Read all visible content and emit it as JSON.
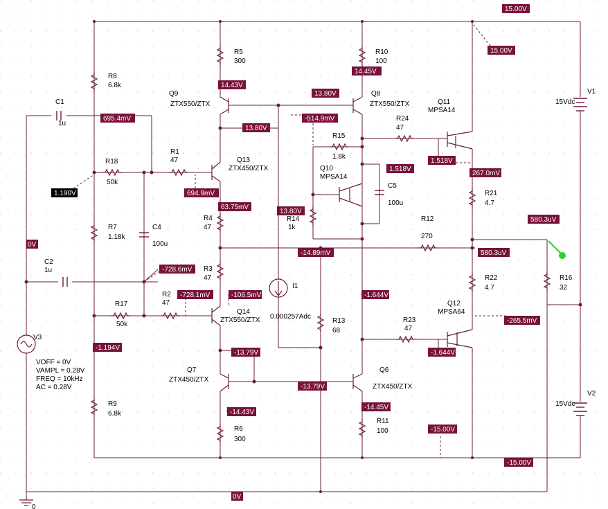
{
  "colors": {
    "wire": "#6a1b3f",
    "component": "#6a1b3f",
    "text": "#000000",
    "label_bg": "#78123a",
    "label_text": "#ffffff",
    "selected_bg": "#000000",
    "probe": "#2fd12f",
    "grid_dot": "#cfcfcf",
    "background": "#ffffff"
  },
  "components": [
    {
      "id": "R5",
      "value": "300"
    },
    {
      "id": "R10",
      "value": "100"
    },
    {
      "id": "R8",
      "value": "6.8k"
    },
    {
      "id": "C1",
      "value": "1u"
    },
    {
      "id": "Q9",
      "value": "ZTX550/ZTX"
    },
    {
      "id": "Q8",
      "value": "ZTX550/ZTX"
    },
    {
      "id": "Q11",
      "value": "MPSA14"
    },
    {
      "id": "R24",
      "value": "47"
    },
    {
      "id": "R15",
      "value": "1.8k"
    },
    {
      "id": "R18",
      "value": "50k"
    },
    {
      "id": "R1",
      "value": "47"
    },
    {
      "id": "Q13",
      "value": "ZTX450/ZTX"
    },
    {
      "id": "Q10",
      "value": "MPSA14"
    },
    {
      "id": "C5",
      "value": "100u"
    },
    {
      "id": "R21",
      "value": "4.7"
    },
    {
      "id": "R7",
      "value": "1.18k"
    },
    {
      "id": "C4",
      "value": "100u"
    },
    {
      "id": "R4",
      "value": "47"
    },
    {
      "id": "R14",
      "value": "1k"
    },
    {
      "id": "R12",
      "value": "270"
    },
    {
      "id": "C2",
      "value": "1u"
    },
    {
      "id": "R3",
      "value": "47"
    },
    {
      "id": "I1",
      "value": "0.000257Adc"
    },
    {
      "id": "R22",
      "value": "4.7"
    },
    {
      "id": "R16",
      "value": "32"
    },
    {
      "id": "R2",
      "value": "47"
    },
    {
      "id": "R17",
      "value": "50k"
    },
    {
      "id": "Q14",
      "value": "ZTX550/ZTX"
    },
    {
      "id": "R13",
      "value": "68"
    },
    {
      "id": "Q12",
      "value": "MPSA64"
    },
    {
      "id": "R23",
      "value": "47"
    },
    {
      "id": "Q7",
      "value": "ZTX450/ZTX"
    },
    {
      "id": "Q6",
      "value": "ZTX450/ZTX"
    },
    {
      "id": "R6",
      "value": "300"
    },
    {
      "id": "R11",
      "value": "100"
    },
    {
      "id": "R9",
      "value": "6.8k"
    },
    {
      "id": "V1",
      "value": "15Vdc"
    },
    {
      "id": "V2",
      "value": "15Vdc"
    },
    {
      "id": "V3",
      "value": ""
    }
  ],
  "source_params": [
    "VOFF = 0V",
    "VAMPL = 0.28V",
    "FREQ = 10kHz",
    "AC = 0.28V"
  ],
  "voltage_labels": [
    "15.00V",
    "15.00V",
    "14.45V",
    "14.43V",
    "13.80V",
    "695.4mV",
    "-514.9mV",
    "13.80V",
    "1.518V",
    "1.518V",
    "267.0mV",
    "1.190V",
    "694.9mV",
    "63.75mV",
    "13.80V",
    "580.3uV",
    "0V",
    "-728.6mV",
    "-14.89mV",
    "580.3uV",
    "-728.1mV",
    "-106.5mV",
    "-1.644V",
    "-265.5mV",
    "-1.194V",
    "-1.644V",
    "-13.79V",
    "-13.79V",
    "-14.45V",
    "-14.43V",
    "-15.00V",
    "-15.00V",
    "0V"
  ],
  "ground_label": "0"
}
